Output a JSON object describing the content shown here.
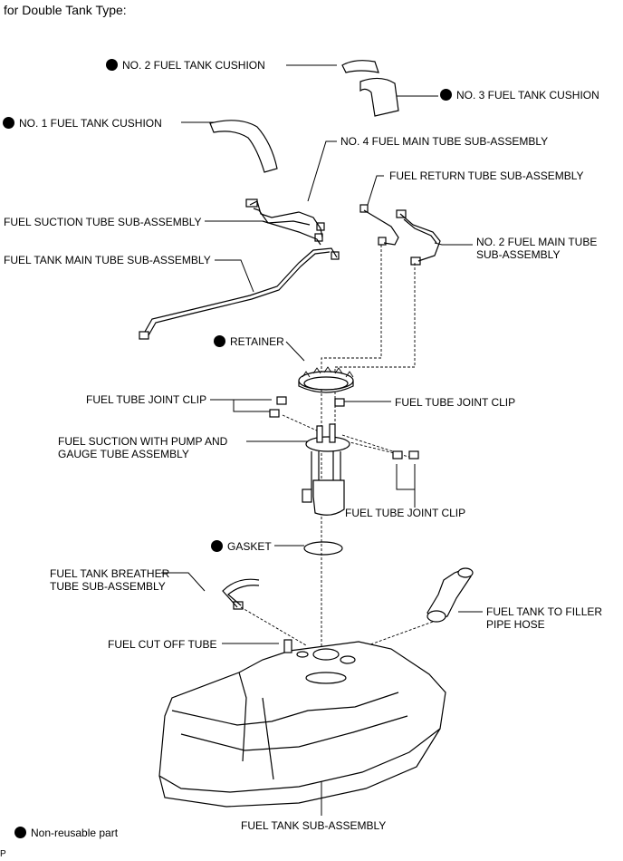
{
  "heading": "for Double Tank Type:",
  "labels": {
    "no2_cushion": "NO. 2 FUEL TANK CUSHION",
    "no3_cushion": "NO. 3 FUEL TANK CUSHION",
    "no1_cushion": "NO. 1 FUEL TANK CUSHION",
    "no4_main_tube": "NO. 4 FUEL MAIN TUBE SUB-ASSEMBLY",
    "return_tube": "FUEL RETURN TUBE SUB-ASSEMBLY",
    "suction_tube": "FUEL SUCTION TUBE SUB-ASSEMBLY",
    "no2_main_tube_l1": "NO. 2 FUEL MAIN TUBE",
    "no2_main_tube_l2": "SUB-ASSEMBLY",
    "main_tube": "FUEL TANK MAIN TUBE SUB-ASSEMBLY",
    "retainer": "RETAINER",
    "clip_left": "FUEL TUBE JOINT CLIP",
    "clip_right": "FUEL TUBE JOINT CLIP",
    "pump_l1": "FUEL SUCTION WITH PUMP AND",
    "pump_l2": "GAUGE TUBE ASSEMBLY",
    "clip_bottom": "FUEL TUBE JOINT CLIP",
    "gasket": "GASKET",
    "breather_l1": "FUEL TANK BREATHER",
    "breather_l2": "TUBE SUB-ASSEMBLY",
    "filler_l1": "FUEL TANK TO FILLER",
    "filler_l2": "PIPE HOSE",
    "cut_off": "FUEL CUT OFF TUBE",
    "tank": "FUEL TANK SUB-ASSEMBLY"
  },
  "legend": {
    "text": "Non-reusable part"
  },
  "corner_mark": "P",
  "colors": {
    "ink": "#000000",
    "paper": "#ffffff"
  }
}
